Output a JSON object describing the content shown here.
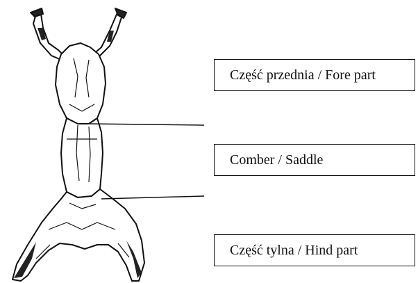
{
  "labels": {
    "fore_part": "Część przednia / Fore part",
    "saddle": "Comber / Saddle",
    "hind_part": "Część tylna / Hind part"
  },
  "colors": {
    "ink": "#111111",
    "background": "#ffffff"
  }
}
